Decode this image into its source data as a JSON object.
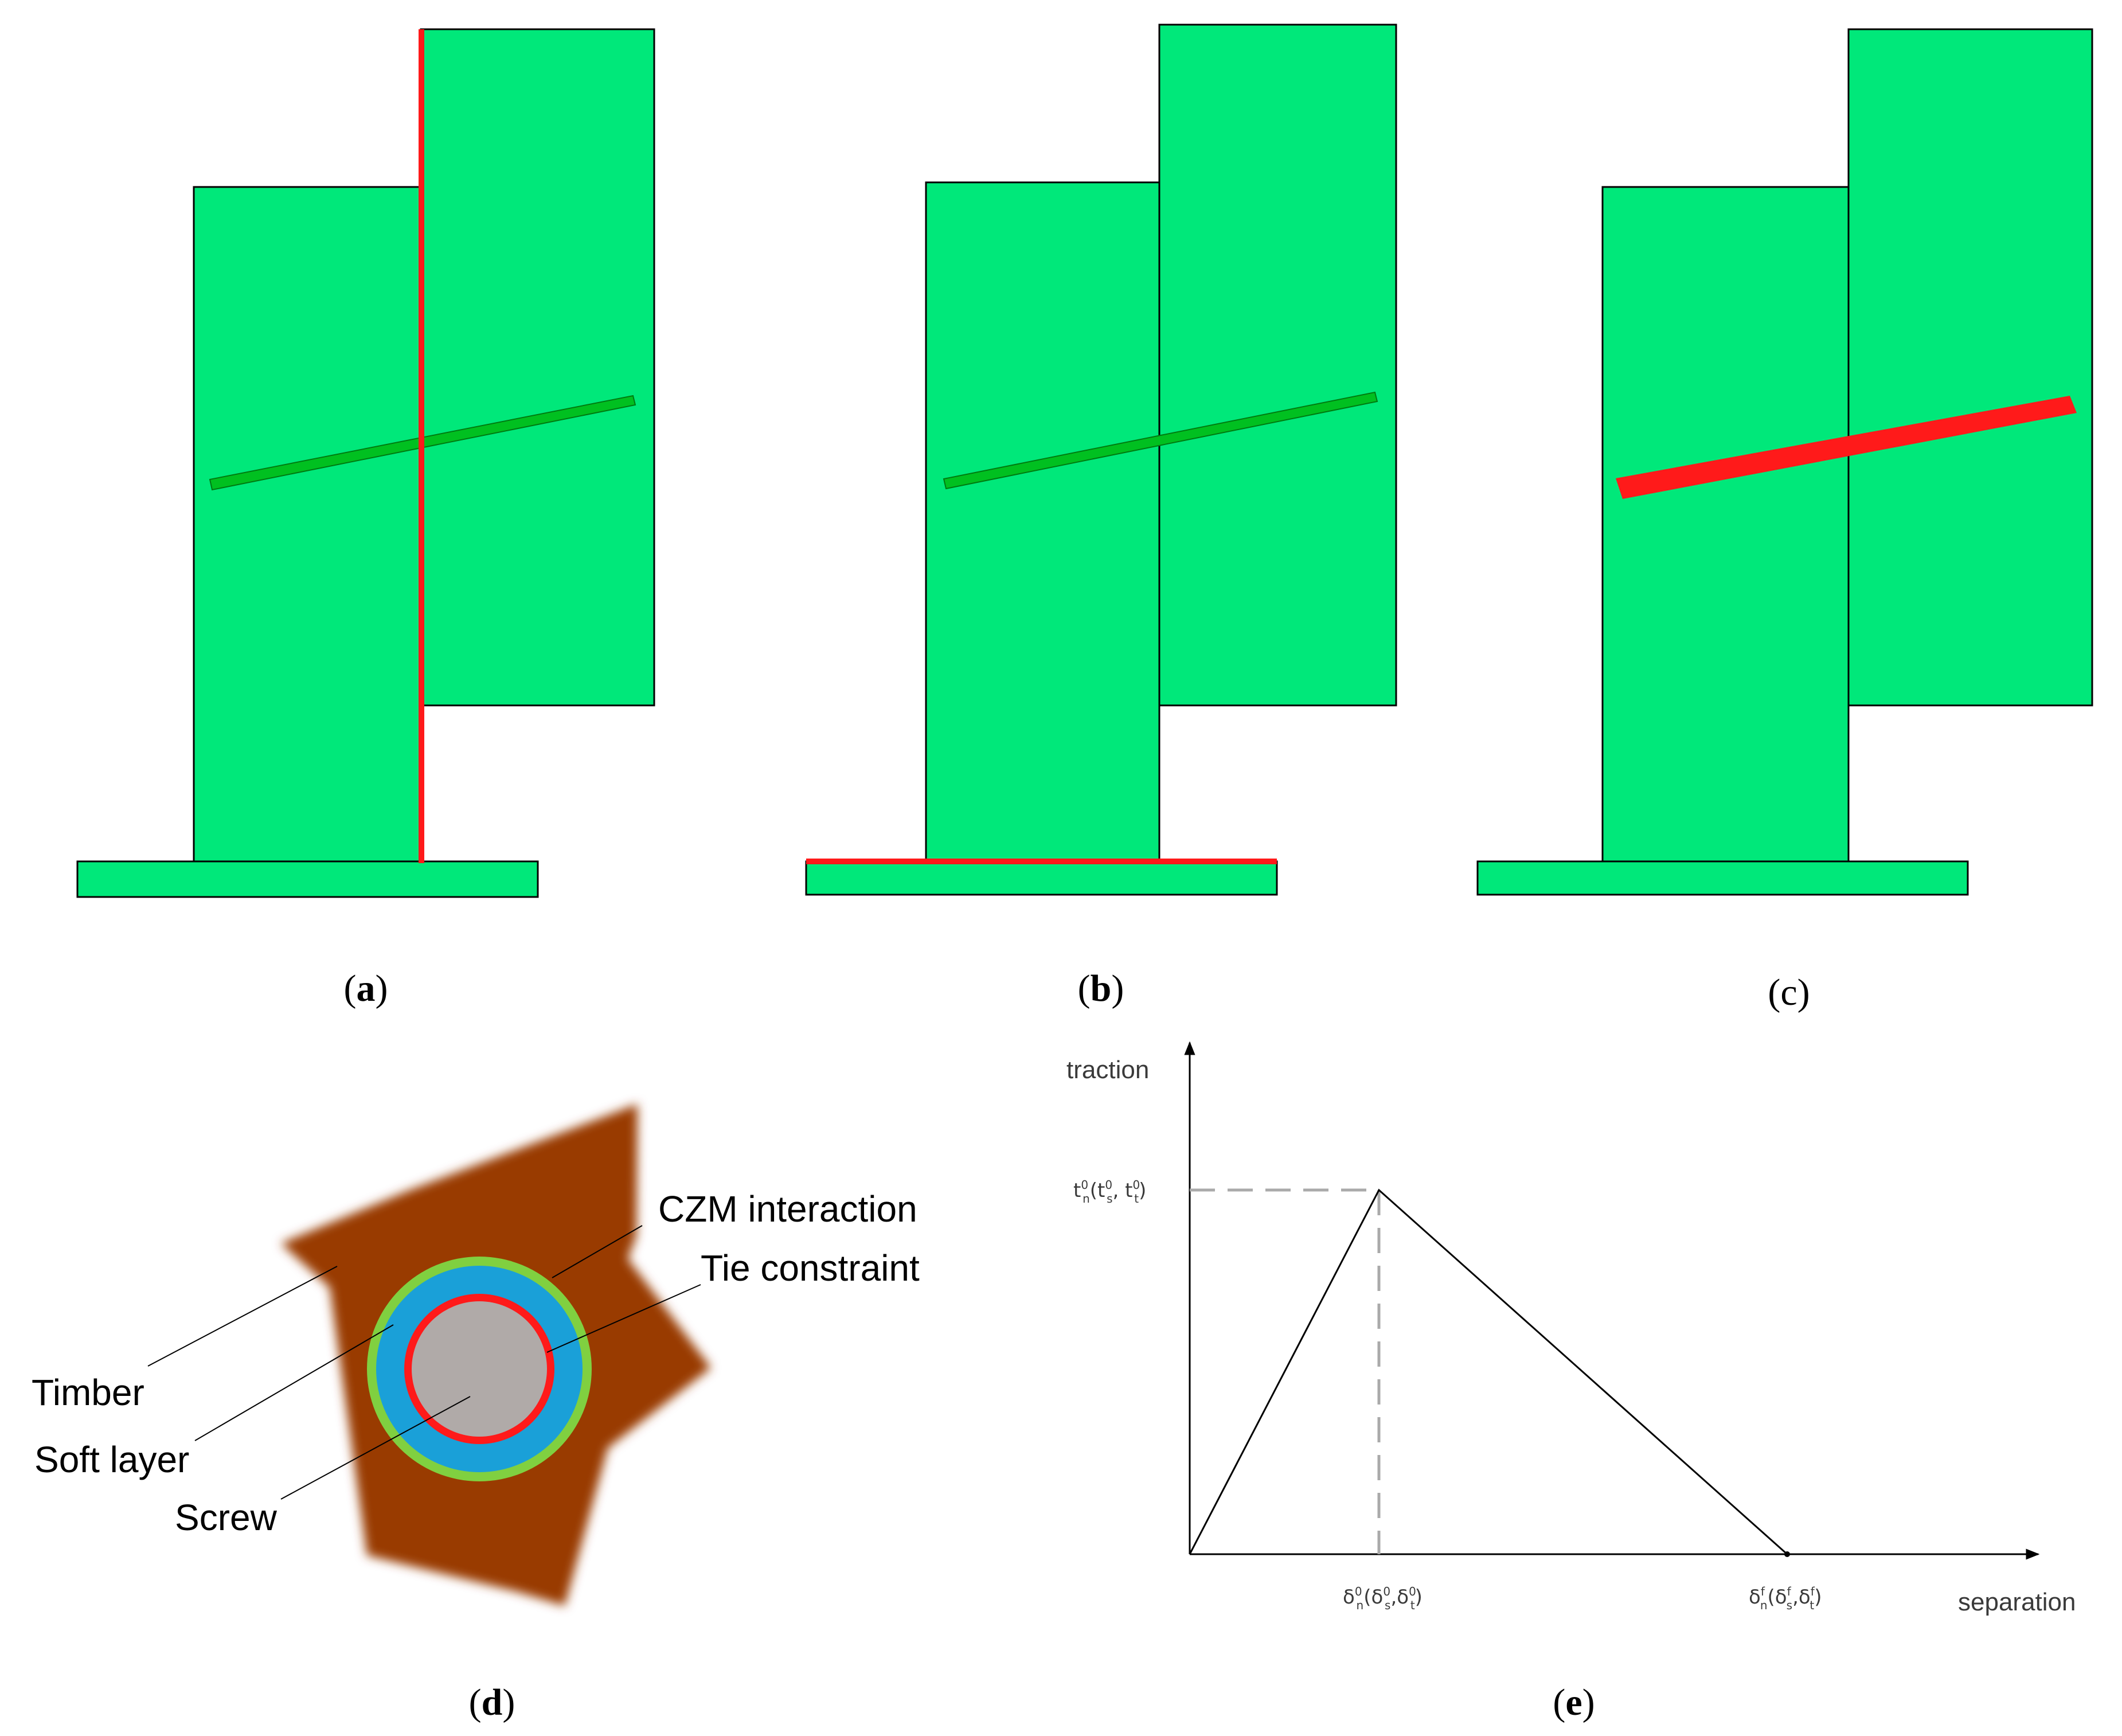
{
  "panels": {
    "a": {
      "label_open": "(",
      "label_letter": "a",
      "label_close": ")"
    },
    "b": {
      "label_open": "(",
      "label_letter": "b",
      "label_close": ")"
    },
    "c": {
      "label_open": "(",
      "label_letter": "c",
      "label_close": ")"
    },
    "d": {
      "label_open": "(",
      "label_letter": "d",
      "label_close": ")",
      "annotations": {
        "czm": "CZM interaction",
        "tie": "Tie constraint",
        "timber": "Timber",
        "soft_layer": "Soft layer",
        "screw": "Screw"
      }
    },
    "e": {
      "label_open": "(",
      "label_letter": "e",
      "label_close": ")",
      "y_axis_label": "traction",
      "x_axis_label": "separation",
      "peak_label": "t",
      "peak_label_sup": "0",
      "peak_label_sub": "n",
      "peak_label_rest": "(t",
      "peak_label_s_sup": "0",
      "peak_label_s_sub": "s",
      "peak_label_comma": ", t",
      "peak_label_t_sup": "0",
      "peak_label_t_sub": "t",
      "peak_label_close": ")",
      "delta0_label": "δ",
      "delta0_sup": "0",
      "delta0_sub": "n",
      "delta0_rest": "(δ",
      "delta0_s_sup": "0",
      "delta0_s_sub": "s",
      "delta0_comma": ",δ",
      "delta0_t_sup": "0",
      "delta0_t_sub": "t",
      "delta0_close": ")",
      "deltaf_label": "δ",
      "deltaf_sup": "f",
      "deltaf_sub": "n",
      "deltaf_rest": "(δ",
      "deltaf_s_sup": "f",
      "deltaf_s_sub": "s",
      "deltaf_comma": ",δ",
      "deltaf_t_sup": "f",
      "deltaf_t_sub": "t",
      "deltaf_close": ")"
    }
  },
  "colors": {
    "timber_block": "#00e87a",
    "highlight": "#ff1a1a",
    "screw_green": "#00c020",
    "timber_brown": "#993a00",
    "soft_layer_blue": "#1aa0d8",
    "czm_ring": "#80d040",
    "screw_grey": "#b0aaa8"
  }
}
